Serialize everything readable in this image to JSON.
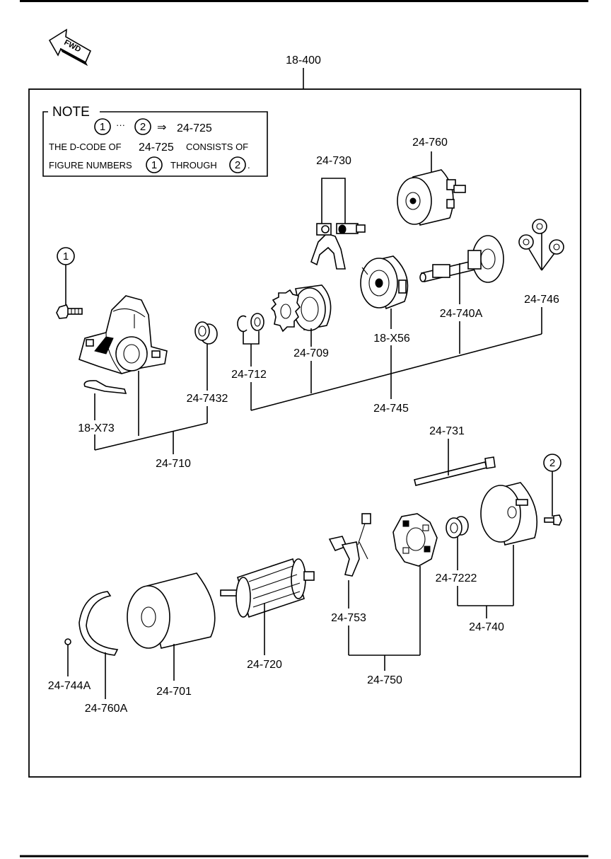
{
  "fwd_label": "FWD",
  "assembly_label": "18-400",
  "note": {
    "title": "NOTE",
    "range_start": "1",
    "range_sep": "···",
    "range_end": "2",
    "arrow": "⇒",
    "range_code": "24-725",
    "line2_prefix": "THE D-CODE OF",
    "line2_code": "24-725",
    "line2_suffix": "CONSISTS OF",
    "line3_prefix": "FIGURE NUMBERS",
    "line3_num1": "1",
    "line3_mid": "THROUGH",
    "line3_num2": "2",
    "line3_end": "."
  },
  "figure_markers": {
    "one": "1",
    "two": "2"
  },
  "labels": {
    "p24_760": "24-760",
    "p24_730": "24-730",
    "p24_746": "24-746",
    "p24_740A": "24-740A",
    "p18_X56": "18-X56",
    "p24_709": "24-709",
    "p24_712": "24-712",
    "p24_745": "24-745",
    "p24_7432": "24-7432",
    "p18_X73": "18-X73",
    "p24_710": "24-710",
    "p24_731": "24-731",
    "p24_7222": "24-7222",
    "p24_740": "24-740",
    "p24_753": "24-753",
    "p24_750": "24-750",
    "p24_720": "24-720",
    "p24_701": "24-701",
    "p24_744A": "24-744A",
    "p24_760A": "24-760A"
  }
}
